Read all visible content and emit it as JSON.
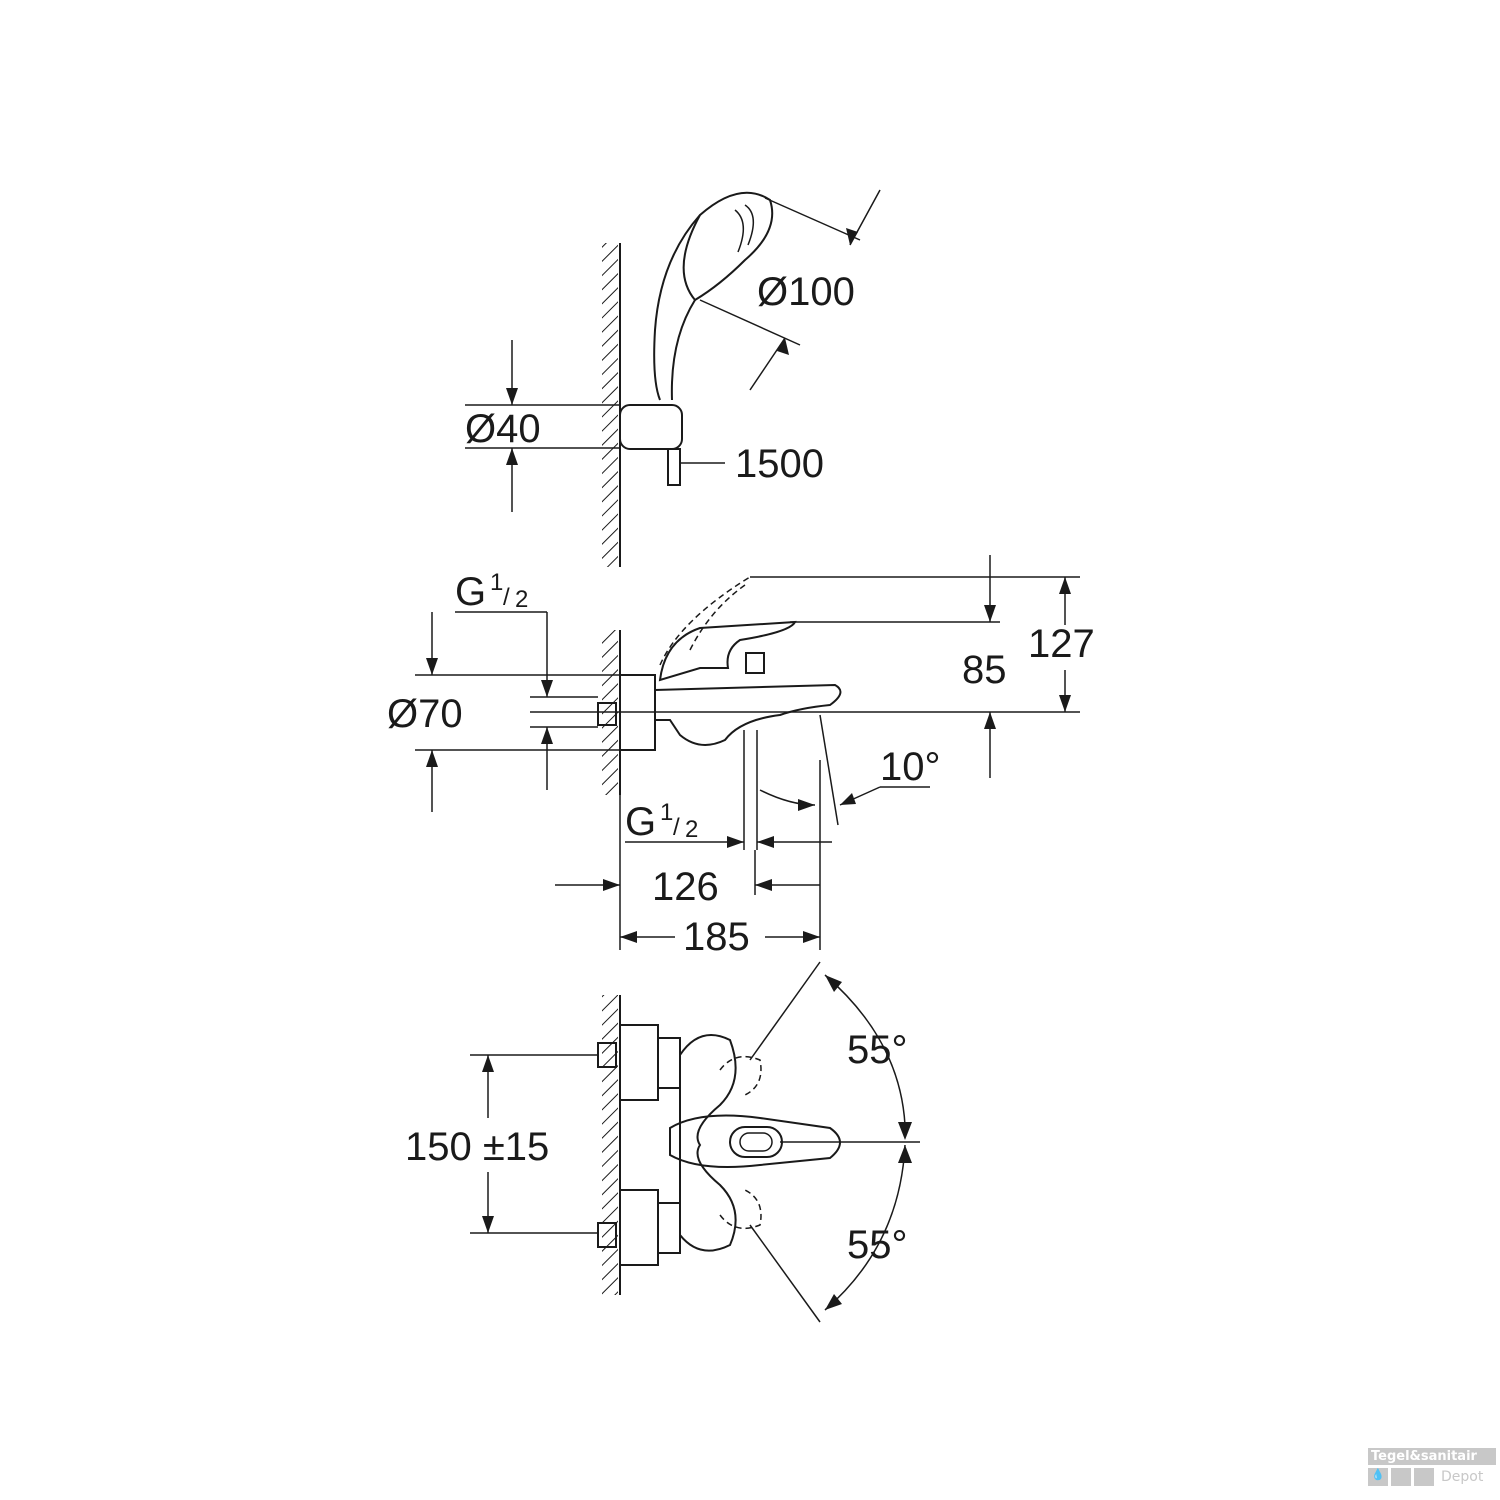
{
  "hand_shower": {
    "head_diameter": "Ø100",
    "holder_diameter": "Ø40",
    "hose_length": "1500"
  },
  "side_view": {
    "thread_top": "G",
    "thread_top_fraction_num": "1",
    "thread_top_fraction_den": "2",
    "body_diameter": "Ø70",
    "height_lever": "85",
    "height_total": "127",
    "spout_angle": "10°",
    "thread_bottom": "G",
    "thread_bottom_fraction_num": "1",
    "thread_bottom_fraction_den": "2",
    "depth_outlet": "126",
    "depth_total": "185"
  },
  "top_view": {
    "connection_spacing": "150 ±15",
    "lever_angle_up": "55°",
    "lever_angle_down": "55°"
  },
  "watermark": {
    "line1": "Tegel&sanitair",
    "line2": "Depot"
  }
}
